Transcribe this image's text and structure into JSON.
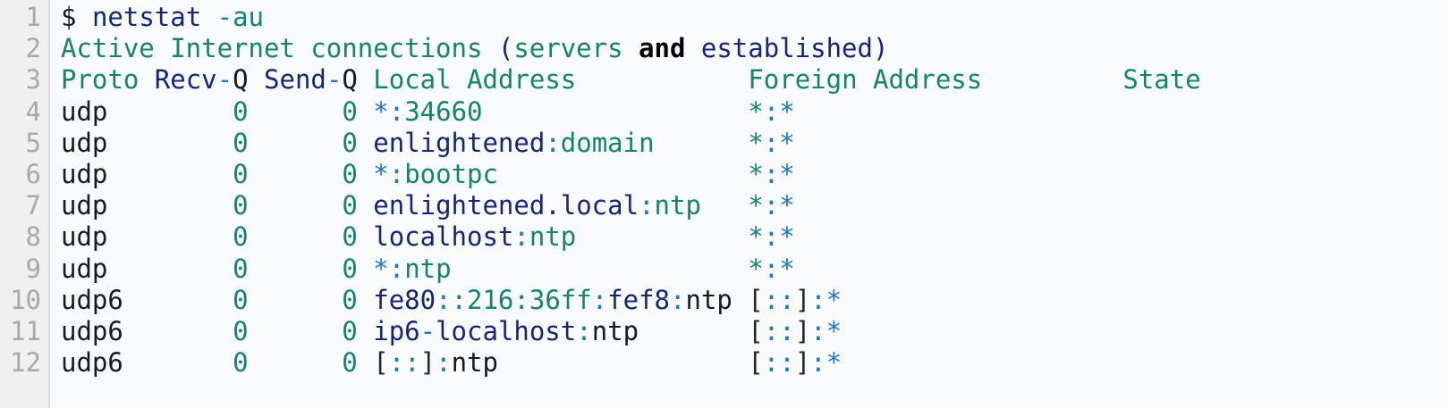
{
  "terminal": {
    "type": "terminal-output",
    "background_color": "#f8fafc",
    "gutter_color": "#f0f0f0",
    "line_number_color": "#a8a8a8",
    "palette": {
      "plain": "#1a1a1a",
      "green": "#13846e",
      "navy": "#16257b",
      "blue": "#1f74d0",
      "bold": "#000000"
    },
    "command": "netstat -au",
    "prompt": "$",
    "line_numbers": [
      "1",
      "2",
      "3",
      "4",
      "5",
      "6",
      "7",
      "8",
      "9",
      "10",
      "11",
      "12"
    ],
    "lines": [
      {
        "n": "1",
        "text": "$ netstat -au",
        "tokens": [
          {
            "t": "$",
            "c": "plain"
          },
          {
            "t": " ",
            "c": "plain"
          },
          {
            "t": "netstat",
            "c": "navy"
          },
          {
            "t": " ",
            "c": "plain"
          },
          {
            "t": "-",
            "c": "blue"
          },
          {
            "t": "au",
            "c": "green"
          }
        ]
      },
      {
        "n": "2",
        "text": "Active Internet connections (servers and established)",
        "tokens": [
          {
            "t": "Active Internet connections ",
            "c": "green"
          },
          {
            "t": "(",
            "c": "navy"
          },
          {
            "t": "servers",
            "c": "green"
          },
          {
            "t": " ",
            "c": "plain"
          },
          {
            "t": "and",
            "c": "bold"
          },
          {
            "t": " ",
            "c": "plain"
          },
          {
            "t": "established",
            "c": "navy"
          },
          {
            "t": ")",
            "c": "navy"
          }
        ]
      },
      {
        "n": "3",
        "text": "Proto Recv-Q Send-Q Local Address           Foreign Address         State",
        "tokens": [
          {
            "t": "Proto",
            "c": "green"
          },
          {
            "t": " ",
            "c": "plain"
          },
          {
            "t": "Recv",
            "c": "navy"
          },
          {
            "t": "-",
            "c": "blue"
          },
          {
            "t": "Q",
            "c": "plain"
          },
          {
            "t": " ",
            "c": "plain"
          },
          {
            "t": "Send",
            "c": "navy"
          },
          {
            "t": "-",
            "c": "blue"
          },
          {
            "t": "Q",
            "c": "plain"
          },
          {
            "t": " ",
            "c": "plain"
          },
          {
            "t": "Local Address",
            "c": "green"
          },
          {
            "t": "           ",
            "c": "plain"
          },
          {
            "t": "Foreign Address",
            "c": "green"
          },
          {
            "t": "         ",
            "c": "plain"
          },
          {
            "t": "State",
            "c": "green"
          }
        ]
      },
      {
        "n": "4",
        "text": "udp        0      0 *:34660                 *:*",
        "tokens": [
          {
            "t": "udp",
            "c": "plain"
          },
          {
            "t": "        ",
            "c": "plain"
          },
          {
            "t": "0",
            "c": "green"
          },
          {
            "t": "      ",
            "c": "plain"
          },
          {
            "t": "0",
            "c": "green"
          },
          {
            "t": " ",
            "c": "plain"
          },
          {
            "t": "*",
            "c": "blue"
          },
          {
            "t": ":",
            "c": "blue"
          },
          {
            "t": "34660",
            "c": "green"
          },
          {
            "t": "                 ",
            "c": "plain"
          },
          {
            "t": "*",
            "c": "green"
          },
          {
            "t": ":",
            "c": "blue"
          },
          {
            "t": "*",
            "c": "blue"
          }
        ]
      },
      {
        "n": "5",
        "text": "udp        0      0 enlightened:domain      *:*",
        "tokens": [
          {
            "t": "udp",
            "c": "plain"
          },
          {
            "t": "        ",
            "c": "plain"
          },
          {
            "t": "0",
            "c": "green"
          },
          {
            "t": "      ",
            "c": "plain"
          },
          {
            "t": "0",
            "c": "green"
          },
          {
            "t": " ",
            "c": "plain"
          },
          {
            "t": "enlightened",
            "c": "navy"
          },
          {
            "t": ":",
            "c": "blue"
          },
          {
            "t": "domain",
            "c": "green"
          },
          {
            "t": "      ",
            "c": "plain"
          },
          {
            "t": "*",
            "c": "green"
          },
          {
            "t": ":",
            "c": "blue"
          },
          {
            "t": "*",
            "c": "blue"
          }
        ]
      },
      {
        "n": "6",
        "text": "udp        0      0 *:bootpc                *:*",
        "tokens": [
          {
            "t": "udp",
            "c": "plain"
          },
          {
            "t": "        ",
            "c": "plain"
          },
          {
            "t": "0",
            "c": "green"
          },
          {
            "t": "      ",
            "c": "plain"
          },
          {
            "t": "0",
            "c": "green"
          },
          {
            "t": " ",
            "c": "plain"
          },
          {
            "t": "*",
            "c": "blue"
          },
          {
            "t": ":",
            "c": "blue"
          },
          {
            "t": "bootpc",
            "c": "green"
          },
          {
            "t": "                ",
            "c": "plain"
          },
          {
            "t": "*",
            "c": "green"
          },
          {
            "t": ":",
            "c": "blue"
          },
          {
            "t": "*",
            "c": "blue"
          }
        ]
      },
      {
        "n": "7",
        "text": "udp        0      0 enlightened.local:ntp   *:*",
        "tokens": [
          {
            "t": "udp",
            "c": "plain"
          },
          {
            "t": "        ",
            "c": "plain"
          },
          {
            "t": "0",
            "c": "green"
          },
          {
            "t": "      ",
            "c": "plain"
          },
          {
            "t": "0",
            "c": "green"
          },
          {
            "t": " ",
            "c": "plain"
          },
          {
            "t": "enlightened.local",
            "c": "navy"
          },
          {
            "t": ":",
            "c": "blue"
          },
          {
            "t": "ntp",
            "c": "green"
          },
          {
            "t": "   ",
            "c": "plain"
          },
          {
            "t": "*",
            "c": "green"
          },
          {
            "t": ":",
            "c": "blue"
          },
          {
            "t": "*",
            "c": "blue"
          }
        ]
      },
      {
        "n": "8",
        "text": "udp        0      0 localhost:ntp           *:*",
        "tokens": [
          {
            "t": "udp",
            "c": "plain"
          },
          {
            "t": "        ",
            "c": "plain"
          },
          {
            "t": "0",
            "c": "green"
          },
          {
            "t": "      ",
            "c": "plain"
          },
          {
            "t": "0",
            "c": "green"
          },
          {
            "t": " ",
            "c": "plain"
          },
          {
            "t": "localhost",
            "c": "navy"
          },
          {
            "t": ":",
            "c": "blue"
          },
          {
            "t": "ntp",
            "c": "green"
          },
          {
            "t": "           ",
            "c": "plain"
          },
          {
            "t": "*",
            "c": "green"
          },
          {
            "t": ":",
            "c": "blue"
          },
          {
            "t": "*",
            "c": "blue"
          }
        ]
      },
      {
        "n": "9",
        "text": "udp        0      0 *:ntp                   *:*",
        "tokens": [
          {
            "t": "udp",
            "c": "plain"
          },
          {
            "t": "        ",
            "c": "plain"
          },
          {
            "t": "0",
            "c": "green"
          },
          {
            "t": "      ",
            "c": "plain"
          },
          {
            "t": "0",
            "c": "green"
          },
          {
            "t": " ",
            "c": "plain"
          },
          {
            "t": "*",
            "c": "blue"
          },
          {
            "t": ":",
            "c": "blue"
          },
          {
            "t": "ntp",
            "c": "green"
          },
          {
            "t": "                   ",
            "c": "plain"
          },
          {
            "t": "*",
            "c": "green"
          },
          {
            "t": ":",
            "c": "blue"
          },
          {
            "t": "*",
            "c": "blue"
          }
        ]
      },
      {
        "n": "10",
        "text": "udp6       0      0 fe80::216:36ff:fef8:ntp [::]:*",
        "tokens": [
          {
            "t": "udp6",
            "c": "plain"
          },
          {
            "t": "       ",
            "c": "plain"
          },
          {
            "t": "0",
            "c": "green"
          },
          {
            "t": "      ",
            "c": "plain"
          },
          {
            "t": "0",
            "c": "green"
          },
          {
            "t": " ",
            "c": "plain"
          },
          {
            "t": "fe80",
            "c": "navy"
          },
          {
            "t": "::",
            "c": "blue"
          },
          {
            "t": "216",
            "c": "green"
          },
          {
            "t": ":",
            "c": "blue"
          },
          {
            "t": "36ff",
            "c": "green"
          },
          {
            "t": ":",
            "c": "blue"
          },
          {
            "t": "fef8",
            "c": "navy"
          },
          {
            "t": ":",
            "c": "blue"
          },
          {
            "t": "ntp",
            "c": "plain"
          },
          {
            "t": " ",
            "c": "plain"
          },
          {
            "t": "[",
            "c": "punct"
          },
          {
            "t": "::",
            "c": "blue"
          },
          {
            "t": "]",
            "c": "punct"
          },
          {
            "t": ":",
            "c": "blue"
          },
          {
            "t": "*",
            "c": "blue"
          }
        ]
      },
      {
        "n": "11",
        "text": "udp6       0      0 ip6-localhost:ntp       [::]:*",
        "tokens": [
          {
            "t": "udp6",
            "c": "plain"
          },
          {
            "t": "       ",
            "c": "plain"
          },
          {
            "t": "0",
            "c": "green"
          },
          {
            "t": "      ",
            "c": "plain"
          },
          {
            "t": "0",
            "c": "green"
          },
          {
            "t": " ",
            "c": "plain"
          },
          {
            "t": "ip6",
            "c": "navy"
          },
          {
            "t": "-",
            "c": "blue"
          },
          {
            "t": "localhost",
            "c": "navy"
          },
          {
            "t": ":",
            "c": "blue"
          },
          {
            "t": "ntp",
            "c": "plain"
          },
          {
            "t": "       ",
            "c": "plain"
          },
          {
            "t": "[",
            "c": "punct"
          },
          {
            "t": "::",
            "c": "blue"
          },
          {
            "t": "]",
            "c": "punct"
          },
          {
            "t": ":",
            "c": "blue"
          },
          {
            "t": "*",
            "c": "blue"
          }
        ]
      },
      {
        "n": "12",
        "text": "udp6       0      0 [::]:ntp                [::]:*",
        "tokens": [
          {
            "t": "udp6",
            "c": "plain"
          },
          {
            "t": "       ",
            "c": "plain"
          },
          {
            "t": "0",
            "c": "green"
          },
          {
            "t": "      ",
            "c": "plain"
          },
          {
            "t": "0",
            "c": "green"
          },
          {
            "t": " ",
            "c": "plain"
          },
          {
            "t": "[",
            "c": "punct"
          },
          {
            "t": "::",
            "c": "blue"
          },
          {
            "t": "]",
            "c": "punct"
          },
          {
            "t": ":",
            "c": "blue"
          },
          {
            "t": "ntp",
            "c": "plain"
          },
          {
            "t": "                ",
            "c": "plain"
          },
          {
            "t": "[",
            "c": "punct"
          },
          {
            "t": "::",
            "c": "blue"
          },
          {
            "t": "]",
            "c": "punct"
          },
          {
            "t": ":",
            "c": "blue"
          },
          {
            "t": "*",
            "c": "blue"
          }
        ]
      }
    ],
    "table": {
      "headers": [
        "Proto",
        "Recv-Q",
        "Send-Q",
        "Local Address",
        "Foreign Address",
        "State"
      ],
      "rows": [
        [
          "udp",
          "0",
          "0",
          "*:34660",
          "*:*",
          ""
        ],
        [
          "udp",
          "0",
          "0",
          "enlightened:domain",
          "*:*",
          ""
        ],
        [
          "udp",
          "0",
          "0",
          "*:bootpc",
          "*:*",
          ""
        ],
        [
          "udp",
          "0",
          "0",
          "enlightened.local:ntp",
          "*:*",
          ""
        ],
        [
          "udp",
          "0",
          "0",
          "localhost:ntp",
          "*:*",
          ""
        ],
        [
          "udp",
          "0",
          "0",
          "*:ntp",
          "*:*",
          ""
        ],
        [
          "udp6",
          "0",
          "0",
          "fe80::216:36ff:fef8:ntp",
          "[::]:*",
          ""
        ],
        [
          "udp6",
          "0",
          "0",
          "ip6-localhost:ntp",
          "[::]:*",
          ""
        ],
        [
          "udp6",
          "0",
          "0",
          "[::]:ntp",
          "[::]:*",
          ""
        ]
      ]
    }
  }
}
